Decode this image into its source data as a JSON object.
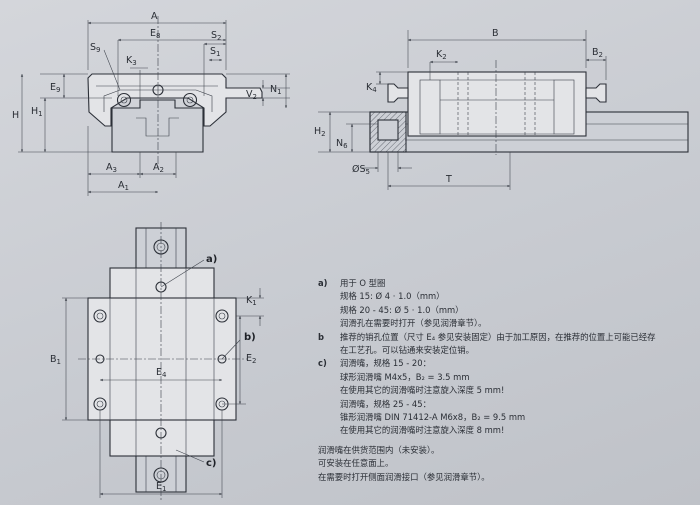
{
  "labels": {
    "A": "A",
    "E8": "E",
    "E8sub": "8",
    "S2": "S",
    "S2sub": "2",
    "S9": "S",
    "S9sub": "9",
    "S1": "S",
    "S1sub": "1",
    "K3": "K",
    "K3sub": "3",
    "E9": "E",
    "E9sub": "9",
    "H": "H",
    "H1": "H",
    "H1sub": "1",
    "V2": "V",
    "V2sub": "2",
    "N1": "N",
    "N1sub": "1",
    "A3": "A",
    "A3sub": "3",
    "A2": "A",
    "A2sub": "2",
    "A1": "A",
    "A1sub": "1",
    "B": "B",
    "K2": "K",
    "K2sub": "2",
    "B2": "B",
    "B2sub": "2",
    "K4": "K",
    "K4sub": "4",
    "H2": "H",
    "H2sub": "2",
    "N6": "N",
    "N6sub": "6",
    "S5": "ØS",
    "S5sub": "5",
    "T": "T",
    "K1": "K",
    "K1sub": "1",
    "B1": "B",
    "B1sub": "1",
    "E2": "E",
    "E2sub": "2",
    "E4": "E",
    "E4sub": "4",
    "E1": "E",
    "E1sub": "1",
    "ca": "a)",
    "cb": "b)",
    "cc": "c)"
  },
  "notes": {
    "a_key": "a)",
    "a1": "用于 O 型圈",
    "a2": "规格 15:  Ø 4 · 1.0（mm）",
    "a3": "规格 20 - 45:  Ø 5 · 1.0（mm）",
    "a4": "润滑孔在需要时打开（参见润滑章节）。",
    "b_key": "b",
    "b1": "推荐的销孔位置（尺寸 E₄ 参见安装固定）由于加工原因，在推荐的位置上可能已经存",
    "b2": "在工艺孔。可以钻通来安装定位销。",
    "c_key": "c)",
    "c1": "润滑嘴，规格 15 - 20：",
    "c2": "球形润滑嘴 M4x5，B₂ = 3.5 mm",
    "c3": "在使用其它的润滑嘴时注意旋入深度 5 mm!",
    "c4": "润滑嘴，规格 25 - 45：",
    "c5": "锥形润滑嘴 DIN 71412-A M6x8，B₂ = 9.5 mm",
    "c6": "在使用其它的润滑嘴时注意旋入深度 8 mm!",
    "f1": "润滑嘴在供货范围内（未安装）。",
    "f2": "可安装在任意面上。",
    "f3": "在需要时打开侧面润滑接口（参见润滑章节）。"
  }
}
